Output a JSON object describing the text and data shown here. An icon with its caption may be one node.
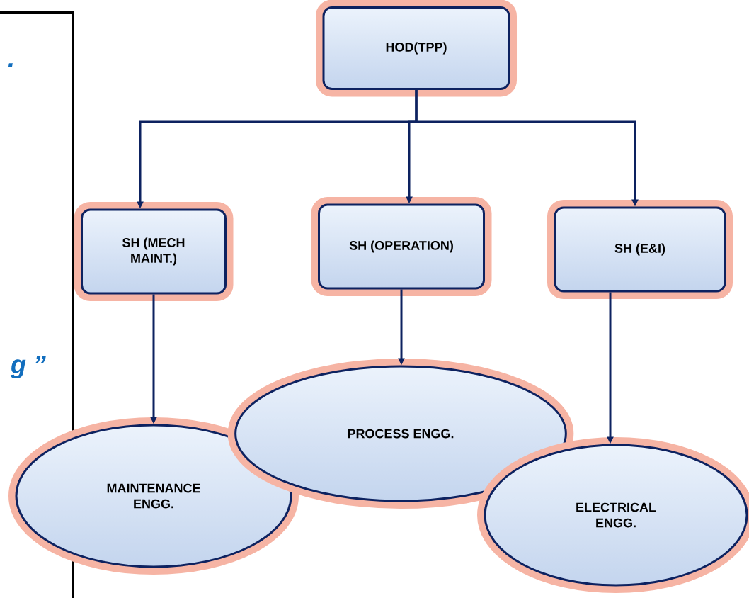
{
  "diagram": {
    "nodes": [
      {
        "text": [
          "HOD(TPP)"
        ]
      },
      {
        "text": [
          "SH (MECH MAINT.)"
        ]
      },
      {
        "text": [
          "SH (OPERATION)"
        ]
      },
      {
        "text": [
          "SH (E&I)"
        ]
      },
      {
        "text": [
          "MAINTENANCE ENGG."
        ]
      },
      {
        "text": [
          "PROCESS ENGG."
        ]
      },
      {
        "text": [
          "ELECTRICAL ENGG."
        ]
      }
    ],
    "edges": [
      {
        "from": 0,
        "to": 1,
        "arrow": "to"
      },
      {
        "from": 0,
        "to": 2,
        "arrow": "to"
      },
      {
        "from": 0,
        "to": 3,
        "arrow": "to"
      },
      {
        "from": 1,
        "to": 4,
        "arrow": "to"
      },
      {
        "from": 2,
        "to": 5,
        "arrow": "to"
      },
      {
        "from": 3,
        "to": 6,
        "arrow": "to"
      }
    ],
    "labels": [
      ".",
      "g ”"
    ]
  }
}
